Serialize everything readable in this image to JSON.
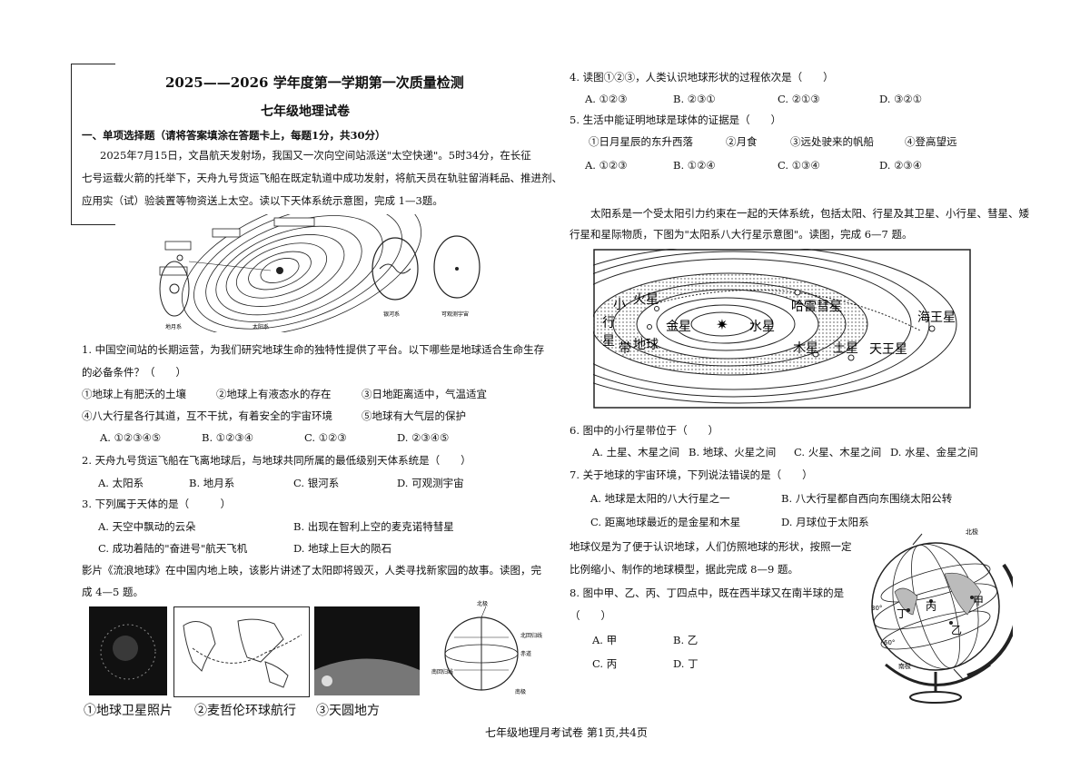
{
  "exam": {
    "title": "2025——2026 学年度第一学期第一次质量检测",
    "subtitle": "七年级地理试卷",
    "section_heading": "一、单项选择题（请将答案填涂在答题卡上，每题1分，共30分）",
    "intro_lines": [
      "2025年7月15日，文昌航天发射场，我国又一次向空间站派送\"太空快递\"。5时34分，在长征",
      "七号运载火箭的托举下，天舟九号货运飞船在既定轨道中成功发射，将航天员在轨驻留消耗品、推进剂、",
      "应用实（试）验装置等物资送上太空。读以下天体系统示意图，完成 1—3题。"
    ],
    "fig1_labels": [
      "地月系",
      "太阳系",
      "银河系",
      "可观测宇宙"
    ],
    "fig1_small_labels": [
      "地月系",
      "太阳系",
      "银河系",
      "可观测宇宙"
    ],
    "q1": {
      "stem_lines": [
        "1. 中国空间站的长期运营，为我们研究地球生命的独特性提供了平台。以下哪些是地球适合生命生存",
        "的必备条件？（　　）"
      ],
      "conditions": [
        "①地球上有肥沃的土壤",
        "②地球上有液态水的存在",
        "③日地距离适中，气温适宜",
        "④八大行星各行其道，互不干扰，有着安全的宇宙环境",
        "⑤地球有大气层的保护"
      ],
      "options": [
        "A. ①②③④⑤",
        "B. ①②③④",
        "C. ①②③",
        "D. ②③④⑤"
      ]
    },
    "q2": {
      "stem": "2. 天舟九号货运飞船在飞离地球后，与地球共同所属的最低级别天体系统是（　　）",
      "options": [
        "A. 太阳系",
        "B. 地月系",
        "C. 银河系",
        "D. 可观测宇宙"
      ]
    },
    "q3": {
      "stem": "3. 下列属于天体的是（　　　）",
      "options": [
        "A. 天空中飘动的云朵",
        "B. 出现在智利上空的麦克诺特彗星",
        "C. 成功着陆的\"奋进号\"航天飞机",
        "D. 地球上巨大的陨石"
      ]
    },
    "passage2_lines": [
      "影片《流浪地球》在中国内地上映，该影片讲述了太阳即将毁灭，人类寻找新家园的故事。读图，完",
      "成 4—5 题。"
    ],
    "fig2_captions": [
      "①地球卫星照片",
      "②麦哲伦环球航行",
      "③天圆地方"
    ],
    "fig2_globe_labels": [
      "北极",
      "南极",
      "赤道",
      "北回归线",
      "南回归线"
    ],
    "q4": {
      "stem": "4. 读图①②③，人类认识地球形状的过程依次是（　　）",
      "options": [
        "A. ①②③",
        "B. ②③①",
        "C. ②①③",
        "D. ③②①"
      ]
    },
    "q5": {
      "stem": "5. 生活中能证明地球是球体的证据是（　　）",
      "evidence": [
        "①日月星辰的东升西落",
        "②月食",
        "③远处驶来的帆船",
        "④登高望远"
      ],
      "options": [
        "A. ①②③",
        "B. ①②④",
        "C. ①③④",
        "D. ②③④"
      ]
    },
    "passage3_lines": [
      "太阳系是一个受太阳引力约束在一起的天体系统，包括太阳、行星及其卫星、小行星、彗星、矮",
      "行星和星际物质，下图为\"太阳系八大行星示意图\"。读图，完成 6—7 题。"
    ],
    "solar_labels": {
      "asteroid1": "小",
      "asteroid2": "行",
      "asteroid3": "星",
      "asteroid4": "带",
      "mars": "火星",
      "venus": "金星",
      "mercury": "水星",
      "earth": "地球",
      "halley": "哈雷彗星",
      "neptune": "海王星",
      "jupiter": "木星",
      "saturn": "土星",
      "uranus": "天王星"
    },
    "q6": {
      "stem": "6. 图中的小行星带位于（　　）",
      "options": [
        "A. 土星、木星之间",
        "B. 地球、火星之间",
        "C. 火星、木星之间",
        "D. 水星、金星之间"
      ]
    },
    "q7": {
      "stem": "7. 关于地球的宇宙环境，下列说法错误的是（　　）",
      "options": [
        "A. 地球是太阳的八大行星之一",
        "B. 八大行星都自西向东围绕太阳公转",
        "C. 距离地球最近的是金星和木星",
        "D. 月球位于太阳系"
      ]
    },
    "passage4_lines": [
      "地球仪是为了便于认识地球，人们仿照地球的形状，按照一定",
      "比例缩小、制作的地球模型，据此完成 8—9 题。"
    ],
    "q8": {
      "stem": "8. 图中甲、乙、丙、丁四点中，既在西半球又在南半球的是",
      "blank": "（　　）",
      "options": [
        "A. 甲",
        "B. 乙",
        "C. 丙",
        "D. 丁"
      ]
    },
    "globe_labels": {
      "north": "北极",
      "south": "南极",
      "jia": "甲",
      "yi": "乙",
      "bing": "丙",
      "ding": "丁",
      "lat30": "30°",
      "lat60": "60°"
    },
    "footer": "七年级地理月考试卷  第1页,共4页"
  }
}
